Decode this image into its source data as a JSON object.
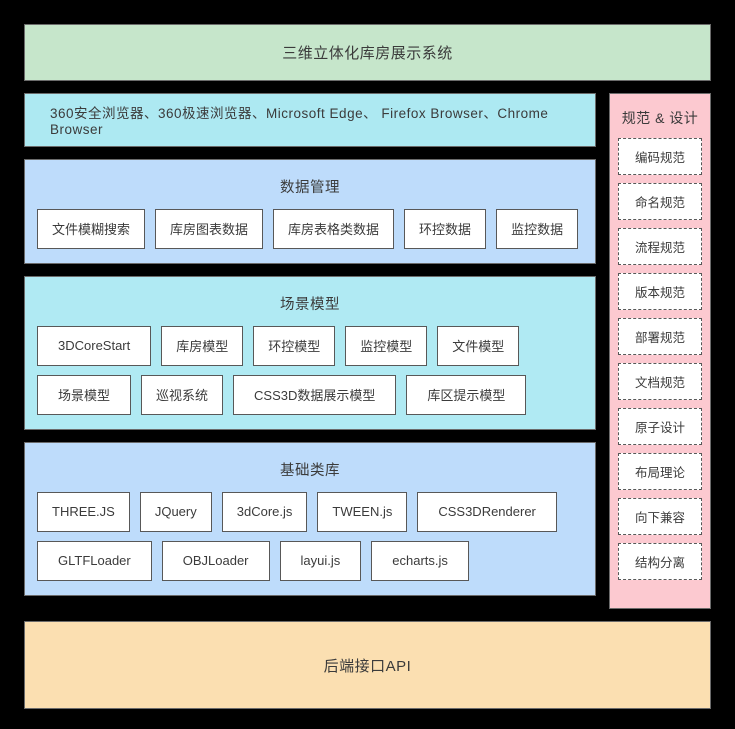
{
  "title_banner": {
    "text": "三维立体化库房展示系统",
    "color": "#c6e6cb"
  },
  "browser_banner": {
    "text": "360安全浏览器、360极速浏览器、Microsoft Edge、 Firefox Browser、Chrome Browser",
    "color": "#ade9f2"
  },
  "data_management": {
    "title": "数据管理",
    "color": "#bedcfb",
    "items": [
      "文件模糊搜索",
      "库房图表数据",
      "库房表格类数据",
      "环控数据",
      "监控数据"
    ]
  },
  "scene_model": {
    "title": "场景模型",
    "color": "#b0eaf3",
    "row1": [
      "3DCoreStart",
      "库房模型",
      "环控模型",
      "监控模型",
      "文件模型"
    ],
    "row2": [
      "场景模型",
      "巡视系统",
      "CSS3D数据展示模型",
      "库区提示模型"
    ]
  },
  "base_library": {
    "title": "基础类库",
    "color": "#bedcfb",
    "row1": [
      "THREE.JS",
      "JQuery",
      "3dCore.js",
      "TWEEN.js",
      "CSS3DRenderer"
    ],
    "row2": [
      "GLTFLoader",
      "OBJLoader",
      "layui.js",
      "echarts.js"
    ]
  },
  "api_banner": {
    "text": "后端接口API",
    "color": "#fbdfb1"
  },
  "spec_panel": {
    "title": "规范 & 设计",
    "color": "#fcc9d0",
    "items": [
      "编码规范",
      "命名规范",
      "流程规范",
      "版本规范",
      "部署规范",
      "文档规范",
      "原子设计",
      "布局理论",
      "向下兼容",
      "结构分离"
    ]
  }
}
